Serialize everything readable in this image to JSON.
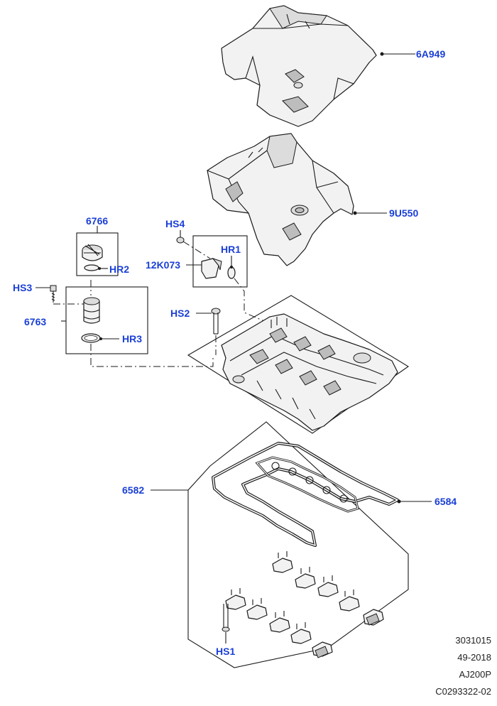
{
  "callouts": {
    "engine_cover_upper": "6A949",
    "engine_cover_lower": "9U550",
    "oil_filler_cap": "6766",
    "hose_clip_hr2": "HR2",
    "screw_hs3": "HS3",
    "oil_filler_tube": "6763",
    "seal_hr3": "HR3",
    "screw_hs4": "HS4",
    "sensor": "12K073",
    "seal_hr1": "HR1",
    "bolt_hs2": "HS2",
    "valve_cover_assembly": "6582",
    "valve_cover_gasket": "6584",
    "bolt_hs1": "HS1"
  },
  "reference": {
    "line1": "3031015",
    "line2": "49-2018",
    "line3": "AJ200P",
    "line4": "C0293322-02"
  },
  "colors": {
    "callout_text": "#1a3fd6",
    "line_art": "#1a1a1a"
  }
}
